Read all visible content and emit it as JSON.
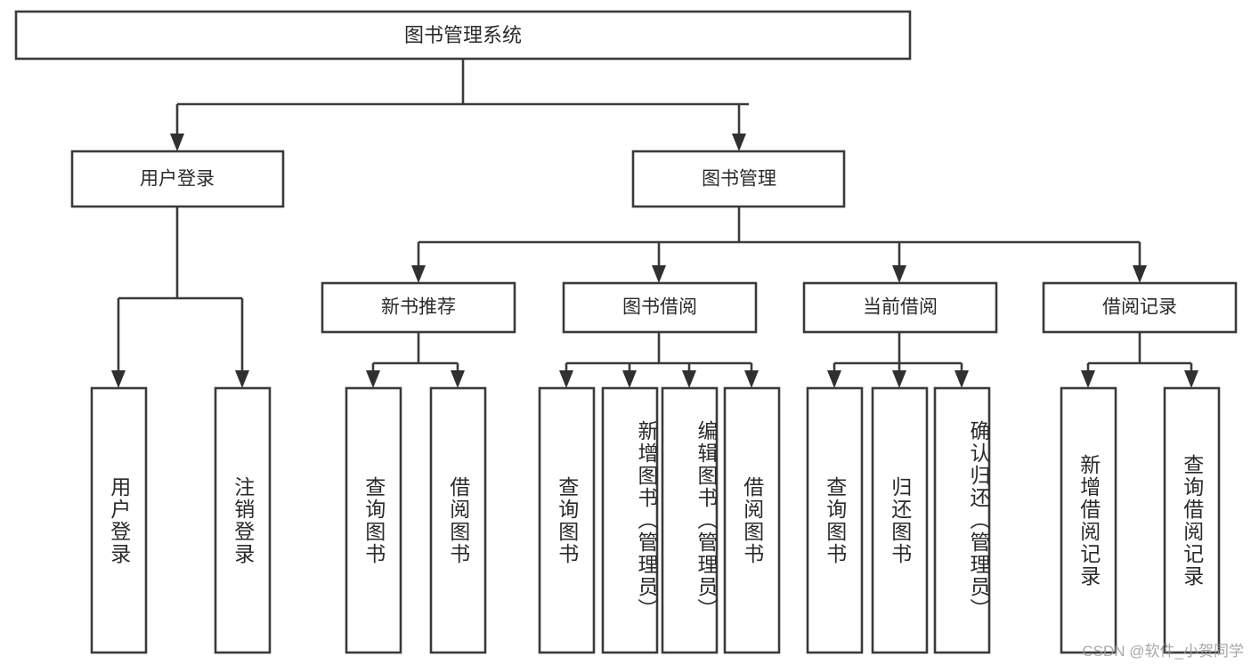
{
  "diagram": {
    "type": "tree-hierarchy",
    "title": "图书管理系统",
    "root": {
      "id": "root",
      "label": "图书管理系统"
    },
    "level2": [
      {
        "id": "user-login",
        "label": "用户登录"
      },
      {
        "id": "book-manage",
        "label": "图书管理"
      }
    ],
    "level3": [
      {
        "id": "new-book-rec",
        "label": "新书推荐",
        "parent": "book-manage"
      },
      {
        "id": "book-borrow",
        "label": "图书借阅",
        "parent": "book-manage"
      },
      {
        "id": "current-borrow",
        "label": "当前借阅",
        "parent": "book-manage"
      },
      {
        "id": "borrow-record",
        "label": "借阅记录",
        "parent": "book-manage"
      }
    ],
    "leaves": [
      {
        "id": "leaf-user-login",
        "label": "用户登录",
        "parent": "user-login"
      },
      {
        "id": "leaf-logout",
        "label": "注销登录",
        "parent": "user-login"
      },
      {
        "id": "leaf-query-book-1",
        "label": "查询图书",
        "parent": "new-book-rec"
      },
      {
        "id": "leaf-borrow-book-1",
        "label": "借阅图书",
        "parent": "new-book-rec"
      },
      {
        "id": "leaf-query-book-2",
        "label": "查询图书",
        "parent": "book-borrow"
      },
      {
        "id": "leaf-add-book",
        "label": "新增图书（管理员）",
        "parent": "book-borrow"
      },
      {
        "id": "leaf-edit-book",
        "label": "编辑图书（管理员）",
        "parent": "book-borrow"
      },
      {
        "id": "leaf-borrow-book-2",
        "label": "借阅图书",
        "parent": "book-borrow"
      },
      {
        "id": "leaf-query-book-3",
        "label": "查询图书",
        "parent": "current-borrow"
      },
      {
        "id": "leaf-return-book",
        "label": "归还图书",
        "parent": "current-borrow"
      },
      {
        "id": "leaf-confirm-return",
        "label": "确认归还（管理员）",
        "parent": "current-borrow"
      },
      {
        "id": "leaf-add-record",
        "label": "新增借阅记录",
        "parent": "borrow-record"
      },
      {
        "id": "leaf-query-record",
        "label": "查询借阅记录",
        "parent": "borrow-record"
      }
    ],
    "colors": {
      "box_stroke": "#3a3a3a",
      "box_fill": "#ffffff",
      "text": "#2a2a2a",
      "connector": "#3a3a3a",
      "background": "#ffffff",
      "watermark": "#9a9a9a"
    }
  },
  "watermark": {
    "text": "CSDN @软件_小贺同学"
  }
}
